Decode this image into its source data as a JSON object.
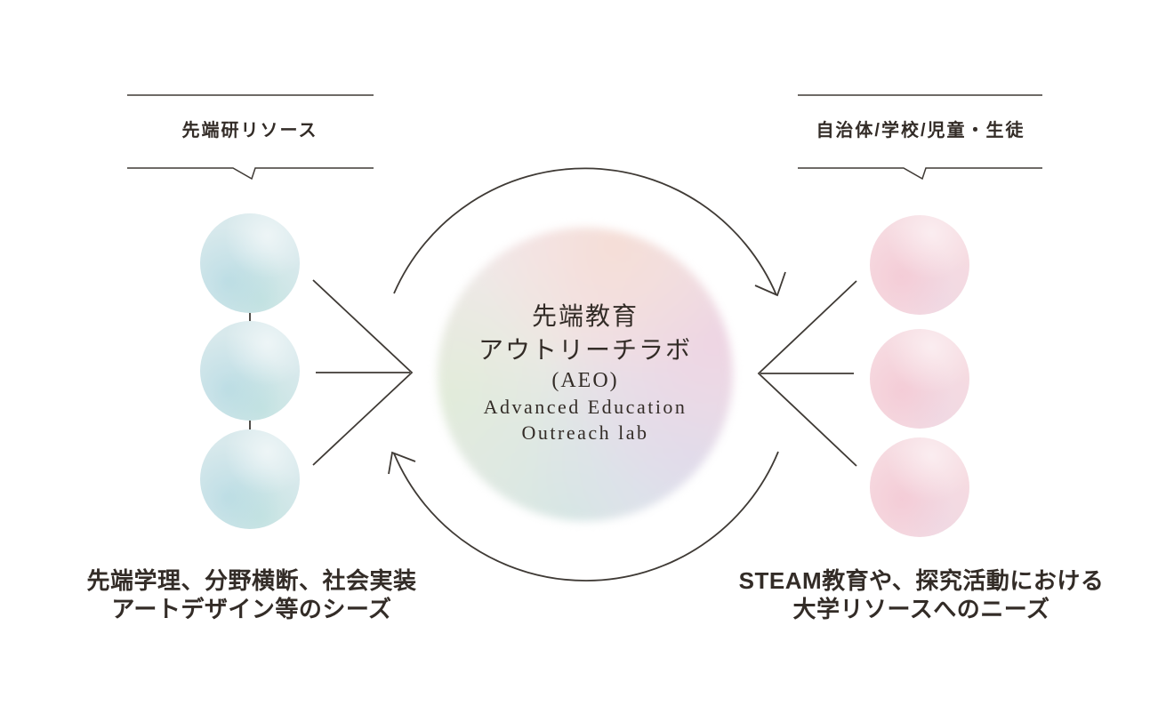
{
  "colors": {
    "background": "#ffffff",
    "line": "#3f3a35",
    "text": "#332c27",
    "left_circle_base": "#d8e9ec",
    "right_circle_base": "#f6dbe1",
    "center_gradient_hints": [
      "#f5ded7",
      "#eed5e3",
      "#dcdeed",
      "#d5e8e2",
      "#e2ecda"
    ]
  },
  "left_panel": {
    "header": "先端研リソース",
    "caption": [
      "先端学理、分野横断、社会実装",
      "アートデザイン等のシーズ"
    ]
  },
  "right_panel": {
    "header": "自治体/学校/児童・生徒",
    "caption": [
      "STEAM教育や、探究活動における",
      "大学リソースへのニーズ"
    ]
  },
  "center": {
    "title": [
      "先端教育",
      "アウトリーチラボ",
      "(AEO)"
    ],
    "subtitle": [
      "Advanced Education",
      "Outreach lab"
    ]
  }
}
